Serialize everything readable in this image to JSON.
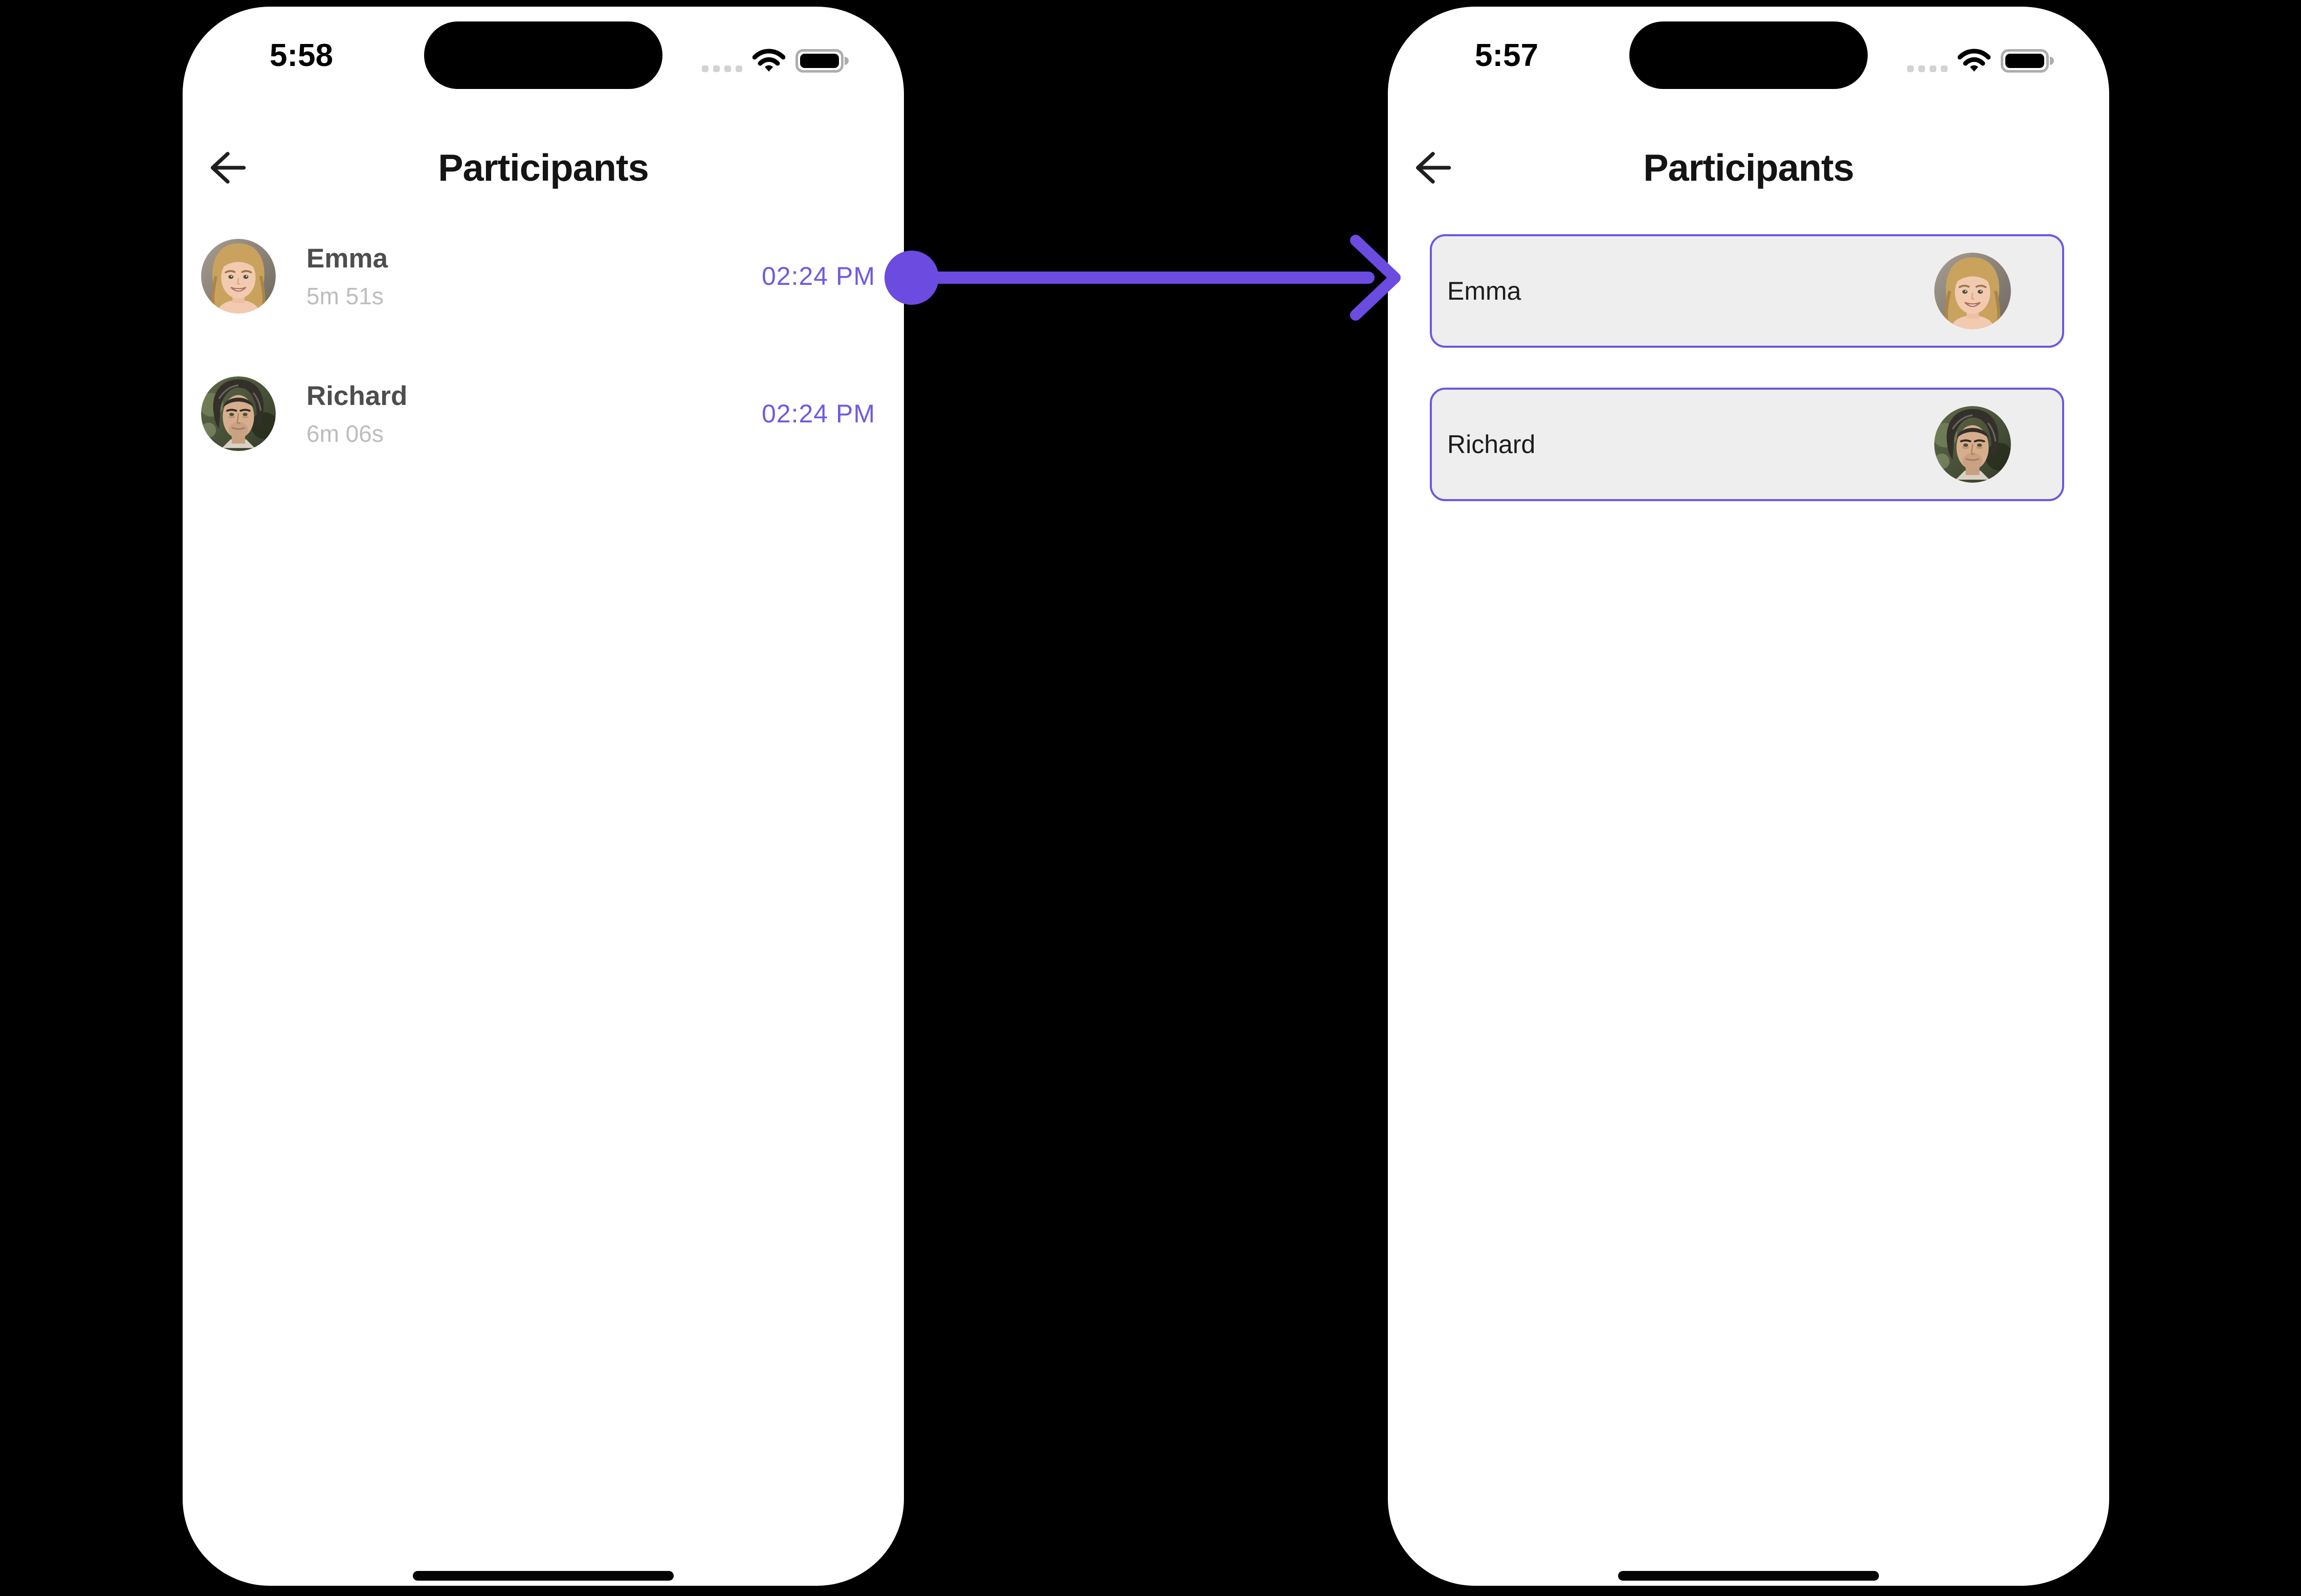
{
  "canvas": {
    "bg": "#000000"
  },
  "colors": {
    "accent_arrow": "#6C4BE0",
    "time_text": "#6E5BE1",
    "card_border": "#6C57DF",
    "card_bg": "#EFEEEF",
    "phone_bg": "#FFFFFF",
    "name_gray": "#4D4D4D",
    "duration_gray": "#BDBDBD",
    "title_black": "#141414"
  },
  "icons": {
    "back": "arrow-left-icon",
    "cellular": "cellular-dots-icon",
    "wifi": "wifi-icon",
    "battery": "battery-full-icon",
    "annotation": "transition-arrow-icon"
  },
  "phone_before": {
    "status": {
      "time": "5:58"
    },
    "header": {
      "title": "Participants"
    },
    "participants": [
      {
        "name": "Emma",
        "duration": "5m 51s",
        "time": "02:24 PM",
        "avatar": "emma-avatar"
      },
      {
        "name": "Richard",
        "duration": "6m 06s",
        "time": "02:24 PM",
        "avatar": "richard-avatar"
      }
    ]
  },
  "phone_after": {
    "status": {
      "time": "5:57"
    },
    "header": {
      "title": "Participants"
    },
    "participants": [
      {
        "name": "Emma",
        "avatar": "emma-avatar"
      },
      {
        "name": "Richard",
        "avatar": "richard-avatar"
      }
    ]
  }
}
